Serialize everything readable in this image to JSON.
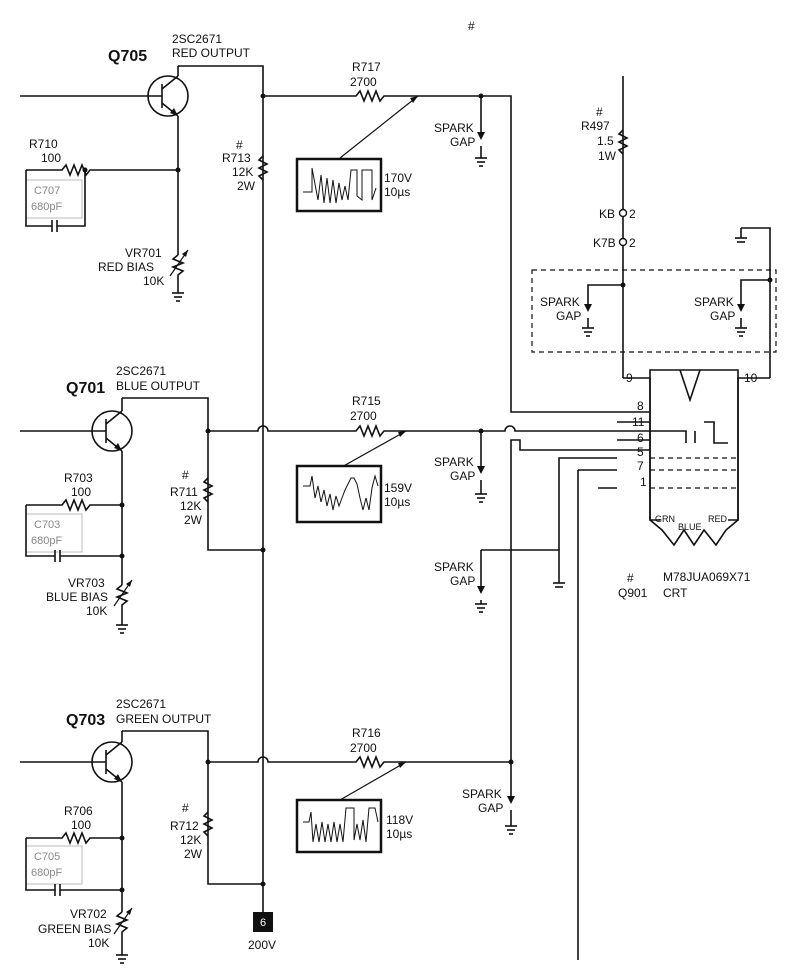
{
  "transistors": {
    "q705": {
      "ref": "Q705",
      "part": "2SC2671",
      "function": "RED OUTPUT"
    },
    "q701": {
      "ref": "Q701",
      "part": "2SC2671",
      "function": "BLUE OUTPUT"
    },
    "q703": {
      "ref": "Q703",
      "part": "2SC2671",
      "function": "GREEN OUTPUT"
    }
  },
  "resistors": {
    "r717": {
      "ref": "R717",
      "value": "2700"
    },
    "r715": {
      "ref": "R715",
      "value": "2700"
    },
    "r716": {
      "ref": "R716",
      "value": "2700"
    },
    "r713": {
      "ref": "R713",
      "value": "12K",
      "power": "2W"
    },
    "r711": {
      "ref": "R711",
      "value": "12K",
      "power": "2W"
    },
    "r712": {
      "ref": "R712",
      "value": "12K",
      "power": "2W"
    },
    "r710": {
      "ref": "R710",
      "value": "100"
    },
    "r703": {
      "ref": "R703",
      "value": "100"
    },
    "r706": {
      "ref": "R706",
      "value": "100"
    },
    "r497": {
      "ref": "R497",
      "value": "1.5",
      "power": "1W"
    }
  },
  "capacitors": {
    "c707": {
      "ref": "C707",
      "value": "680pF"
    },
    "c703": {
      "ref": "C703",
      "value": "680pF"
    },
    "c705": {
      "ref": "C705",
      "value": "680pF"
    }
  },
  "bias_pots": {
    "vr701": {
      "ref": "VR701",
      "name": "RED BIAS",
      "value": "10K"
    },
    "vr703": {
      "ref": "VR703",
      "name": "BLUE BIAS",
      "value": "10K"
    },
    "vr702": {
      "ref": "VR702",
      "name": "GREEN BIAS",
      "value": "10K"
    }
  },
  "waveforms": {
    "red": {
      "voltage": "170V",
      "time": "10µs"
    },
    "blue": {
      "voltage": "159V",
      "time": "10µs"
    },
    "green": {
      "voltage": "118V",
      "time": "10µs"
    }
  },
  "spark_gap": {
    "line1": "SPARK",
    "line2": "GAP"
  },
  "safety_mark": "#",
  "connectors": {
    "kb": "KB",
    "kb_pin": "2",
    "k7b": "K7B",
    "k7b_pin": "2"
  },
  "crt": {
    "ref": "Q901",
    "type": "CRT",
    "part": "M78JUA069X71",
    "pins": [
      "9",
      "10",
      "8",
      "11",
      "6",
      "5",
      "7",
      "1"
    ],
    "guns": [
      "GRN",
      "BLUE",
      "RED"
    ]
  },
  "supply": {
    "terminal": "6",
    "voltage": "200V"
  }
}
